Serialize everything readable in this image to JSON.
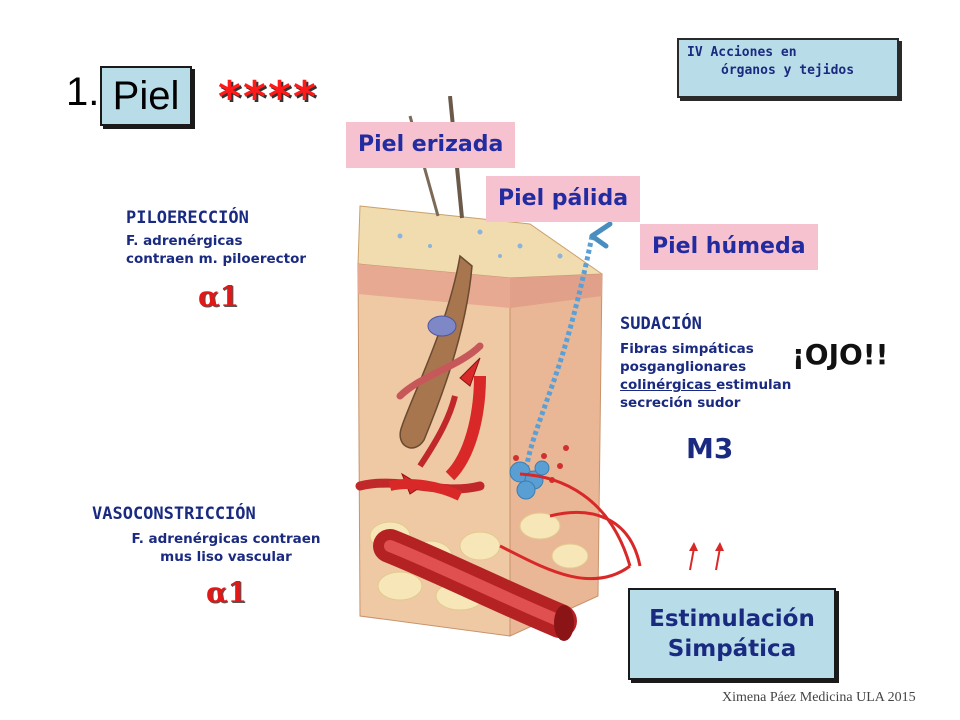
{
  "title": {
    "number": "1.",
    "label": "Piel",
    "stars": "****"
  },
  "section_box": {
    "line1": "IV Acciones en",
    "line2": "órganos y tejidos"
  },
  "tags": {
    "erizada": "Piel erizada",
    "palida": "Piel pálida",
    "humeda": "Piel húmeda"
  },
  "piloereccion": {
    "heading": "PILOERECCIÓN",
    "line1": "F. adrenérgicas",
    "line2": "contraen m. piloerector",
    "receptor": "α1"
  },
  "sudacion": {
    "heading": "SUDACIÓN",
    "line1": "Fibras simpáticas",
    "line2": "posganglionares",
    "line3_underlined": "colinérgicas ",
    "line3_rest": "estimulan",
    "line4": "secreción sudor",
    "receptor": "M3",
    "warning": "¡OJO!!"
  },
  "vasoconstriccion": {
    "heading": "VASOCONSTRICCIÓN",
    "line1": "F. adrenérgicas contraen",
    "line2": "mus liso vascular",
    "receptor": "α1"
  },
  "stimulus_box": {
    "line1": "Estimulación",
    "line2": "Simpática"
  },
  "credit": "Ximena Páez Medicina ULA 2015",
  "colors": {
    "accent_red": "#e01818",
    "label_blue": "#1a2a80",
    "box_blue": "#b8dde8",
    "tag_pink": "#f7c2cf"
  }
}
